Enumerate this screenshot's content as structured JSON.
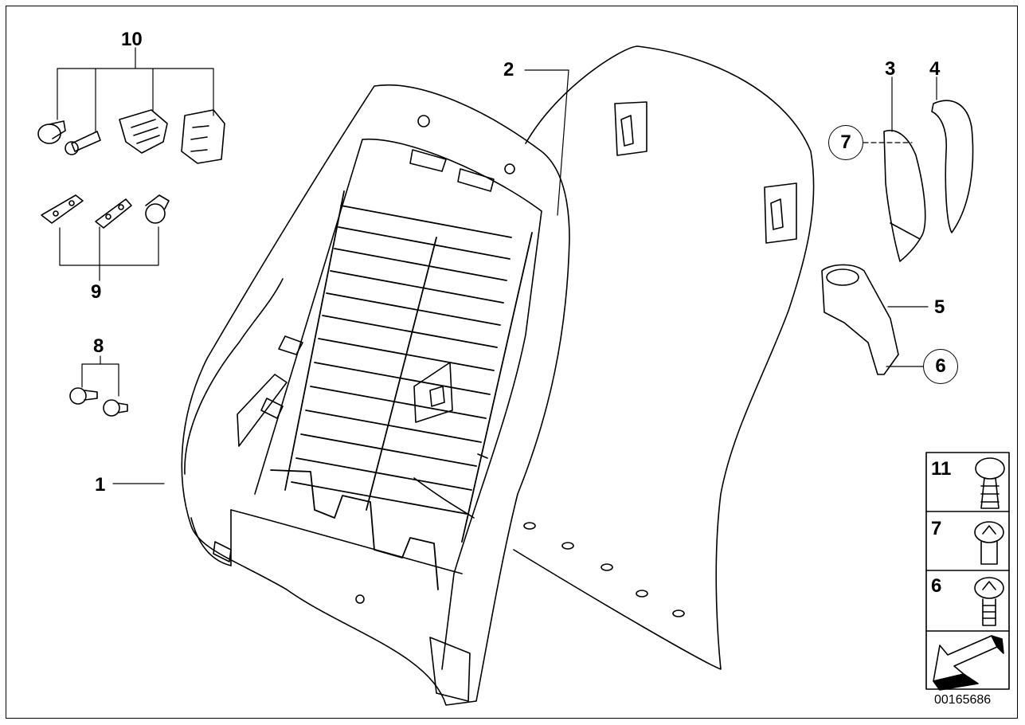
{
  "diagram": {
    "labels": {
      "p1": "1",
      "p2": "2",
      "p3": "3",
      "p4": "4",
      "p5": "5",
      "p6": "6",
      "p7": "7",
      "p8": "8",
      "p9": "9",
      "p10": "10"
    },
    "legend": {
      "items": [
        {
          "number": "11",
          "icon": "tree-rivet-icon"
        },
        {
          "number": "7",
          "icon": "spreading-rivet-icon"
        },
        {
          "number": "6",
          "icon": "screw-rivet-icon"
        }
      ]
    },
    "diagram_code": "00165686",
    "colors": {
      "line": "#000000",
      "background": "#ffffff"
    }
  }
}
